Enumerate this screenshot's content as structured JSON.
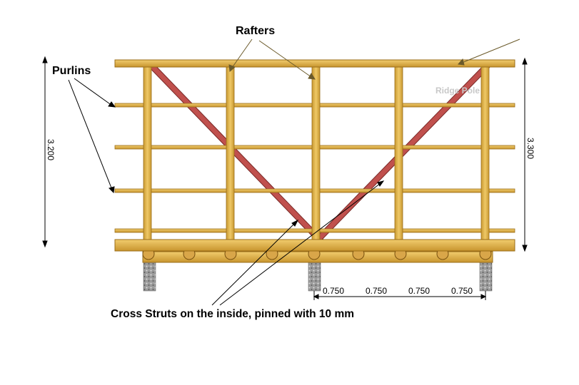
{
  "labels": {
    "rafters": "Rafters",
    "purlins": "Purlins",
    "ridge": "Ridge Pole",
    "cross_struts": "Cross Struts on the inside, pinned with 10 mm"
  },
  "dimensions": {
    "left_height": "3.200",
    "right_height": "3.300",
    "spacings": [
      "0.750",
      "0.750",
      "0.750",
      "0.750"
    ]
  },
  "colors": {
    "wood": "#e2b64a",
    "wood_edge": "#9a6d18",
    "strut": "#c0504d",
    "strut_edge": "#7a2a28",
    "post": "#9a9a9a",
    "leader": "#6b5a2a"
  }
}
